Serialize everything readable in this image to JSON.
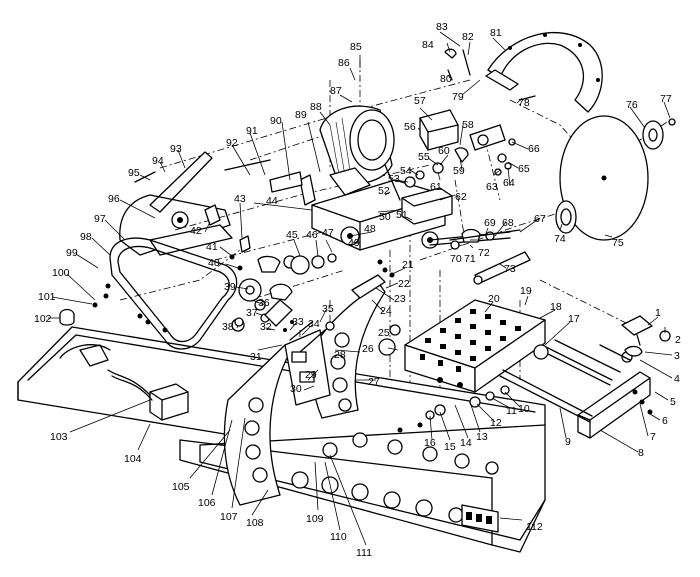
{
  "callouts": [
    "1",
    "2",
    "3",
    "4",
    "5",
    "6",
    "7",
    "8",
    "9",
    "10",
    "11",
    "12",
    "13",
    "14",
    "15",
    "16",
    "17",
    "18",
    "19",
    "20",
    "21",
    "22",
    "23",
    "24",
    "25",
    "26",
    "27",
    "28",
    "29",
    "30",
    "31",
    "32",
    "33",
    "34",
    "35",
    "36",
    "37",
    "38",
    "39",
    "40",
    "41",
    "42",
    "43",
    "44",
    "45",
    "46",
    "47",
    "48",
    "49",
    "50",
    "51",
    "52",
    "53",
    "54",
    "55",
    "56",
    "57",
    "58",
    "59",
    "60",
    "61",
    "62",
    "63",
    "64",
    "65",
    "66",
    "67",
    "68",
    "69",
    "70",
    "71",
    "72",
    "73",
    "74",
    "75",
    "76",
    "77",
    "78",
    "79",
    "80",
    "81",
    "82",
    "83",
    "84",
    "85",
    "86",
    "87",
    "88",
    "89",
    "90",
    "91",
    "92",
    "93",
    "94",
    "95",
    "96",
    "97",
    "98",
    "99",
    "100",
    "101",
    "102",
    "103",
    "104",
    "105",
    "106",
    "107",
    "108",
    "109",
    "110",
    "111",
    "112"
  ]
}
